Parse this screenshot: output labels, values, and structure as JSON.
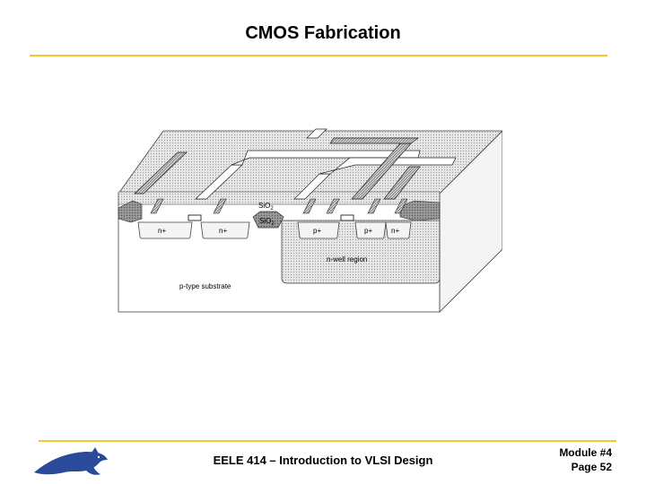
{
  "slide": {
    "title": "CMOS Fabrication"
  },
  "diagram": {
    "labels": {
      "oxide_top": "SiO2",
      "oxide_field": "SiO2",
      "n_plus_1": "n+",
      "n_plus_2": "n+",
      "p_plus_1": "p+",
      "p_plus_2": "p+",
      "n_plus_3": "n+",
      "n_well": "n-well region",
      "substrate": "p-type substrate"
    }
  },
  "footer": {
    "course": "EELE 414 – Introduction to VLSI Design",
    "module": "Module #4",
    "page": "Page 52"
  },
  "colors": {
    "accent_rule": "#f2c62f",
    "logo_blue": "#2b4a9a"
  }
}
